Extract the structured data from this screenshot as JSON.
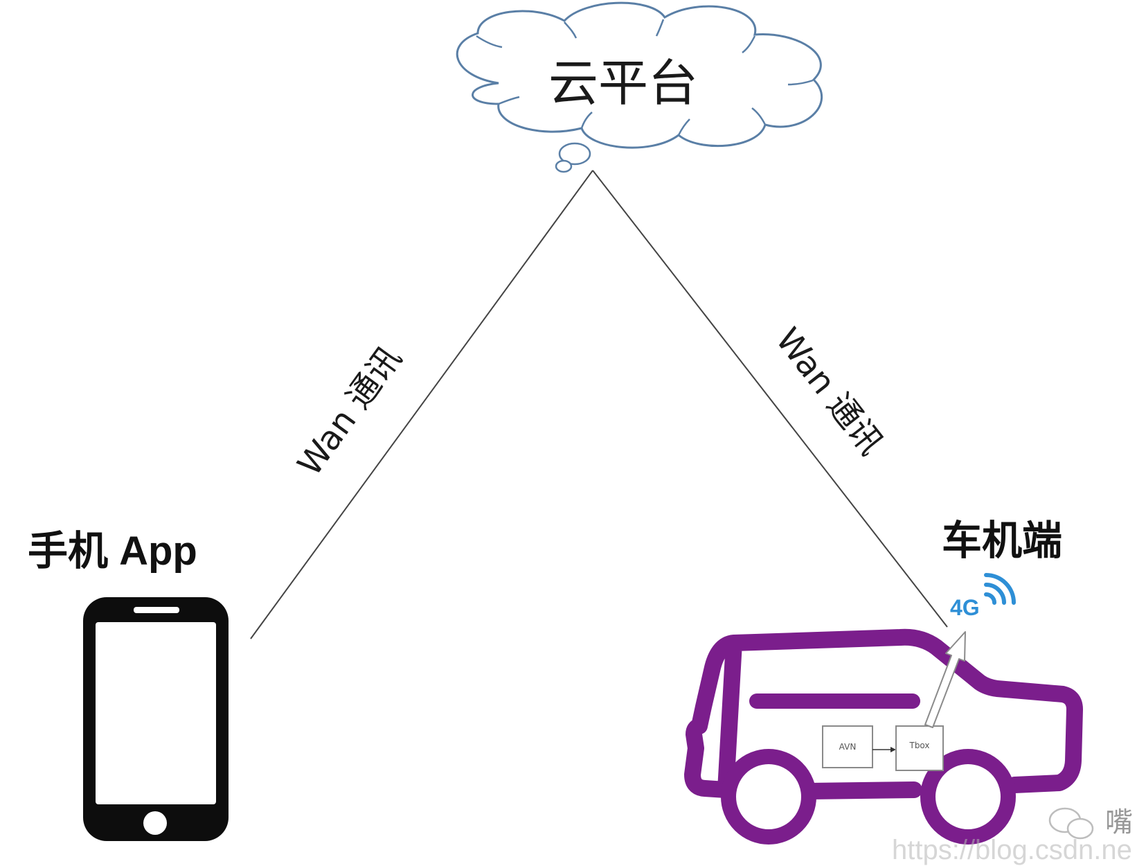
{
  "cloud": {
    "label": "云平台",
    "stroke": "#5a7fa6"
  },
  "links": [
    {
      "label": "Wan 通讯"
    },
    {
      "label": "Wan 通讯"
    }
  ],
  "phone": {
    "label": "手机 App"
  },
  "vehicle": {
    "label": "车机端",
    "signal_label": "4G",
    "signal_color": "#2e8fd6",
    "body_color": "#7b1e8c",
    "modules": [
      {
        "label": "AVN"
      },
      {
        "label": "Tbox"
      }
    ]
  },
  "watermark": {
    "url": "https://blog.csdn.ne",
    "partial_char": "嘴"
  }
}
